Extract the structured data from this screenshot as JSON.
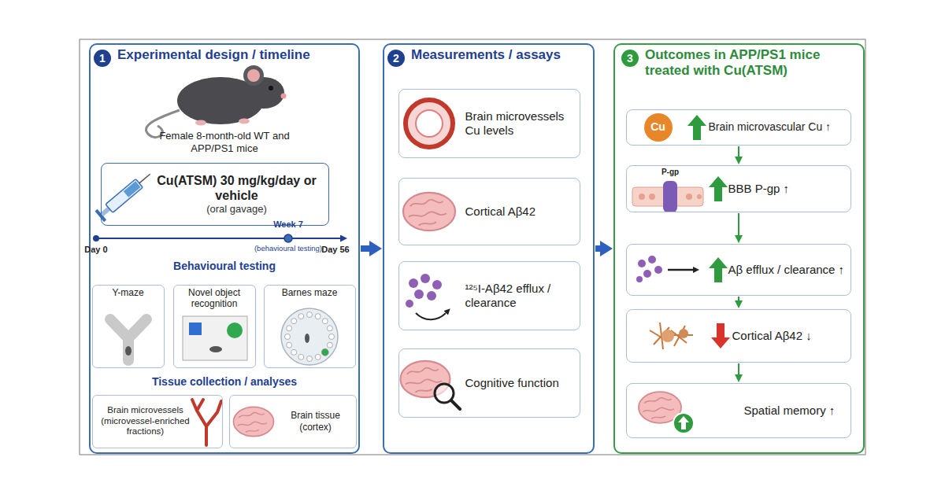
{
  "diagram": {
    "nodes": [
      {
        "text": [
          "Experimental design / timeline"
        ]
      },
      {
        "text": [
          "1"
        ],
        "in": 0
      },
      {
        "text": [
          "Cu(ATSM) 30 mg/kg/day or vehicle",
          "(oral gavage)"
        ],
        "in": 0
      },
      {
        "text": [
          "Y-maze"
        ],
        "in": 0
      },
      {
        "text": [
          "Novel object recognition"
        ],
        "in": 0
      },
      {
        "text": [
          "Barnes maze"
        ],
        "in": 0
      },
      {
        "text": [
          "Brain microvessels (microvessel-enriched fractions)"
        ],
        "in": 0
      },
      {
        "text": [
          "Brain tissue (cortex)"
        ],
        "in": 0
      },
      {
        "text": [
          "Measurements / assays"
        ]
      },
      {
        "text": [
          "2"
        ],
        "in": 8
      },
      {
        "text": [
          "Brain microvessels Cu levels"
        ],
        "in": 8
      },
      {
        "text": [
          "Cortical Aβ42"
        ],
        "in": 8
      },
      {
        "text": [
          "¹²⁵I-Aβ42 efflux / clearance"
        ],
        "in": 8
      },
      {
        "text": [
          "Cognitive function"
        ],
        "in": 8
      },
      {
        "text": [
          "Outcomes in APP/PS1 mice treated with Cu(ATSM)"
        ]
      },
      {
        "text": [
          "3"
        ],
        "in": 14
      },
      {
        "text": [
          "Brain microvascular Cu ↑"
        ],
        "in": 14
      },
      {
        "text": [
          "Cu"
        ],
        "in": 16
      },
      {
        "text": [
          "BBB P-gp ↑"
        ],
        "in": 14
      },
      {
        "text": [
          "Aβ efflux / clearance ↑"
        ],
        "in": 14
      },
      {
        "text": [
          "Cortical Aβ42 ↓"
        ],
        "in": 14
      },
      {
        "text": [
          "Spatial memory ↑"
        ],
        "in": 14
      }
    ],
    "edges": [
      {
        "from": 0,
        "to": 8,
        "arrow": "to"
      },
      {
        "from": 8,
        "to": 14,
        "arrow": "to"
      },
      {
        "from": 16,
        "to": 18,
        "arrow": "to"
      },
      {
        "from": 18,
        "to": 19,
        "arrow": "to"
      },
      {
        "from": 19,
        "to": 20,
        "arrow": "to"
      },
      {
        "from": 20,
        "to": 21,
        "arrow": "to"
      }
    ],
    "labels": [
      "Female 8-month-old WT and APP/PS1 mice",
      "Day 0",
      "Week 7",
      "(behavioural testing)",
      "Day 56",
      "Behavioural testing",
      "Tissue collection / analyses",
      "P-gp"
    ]
  }
}
